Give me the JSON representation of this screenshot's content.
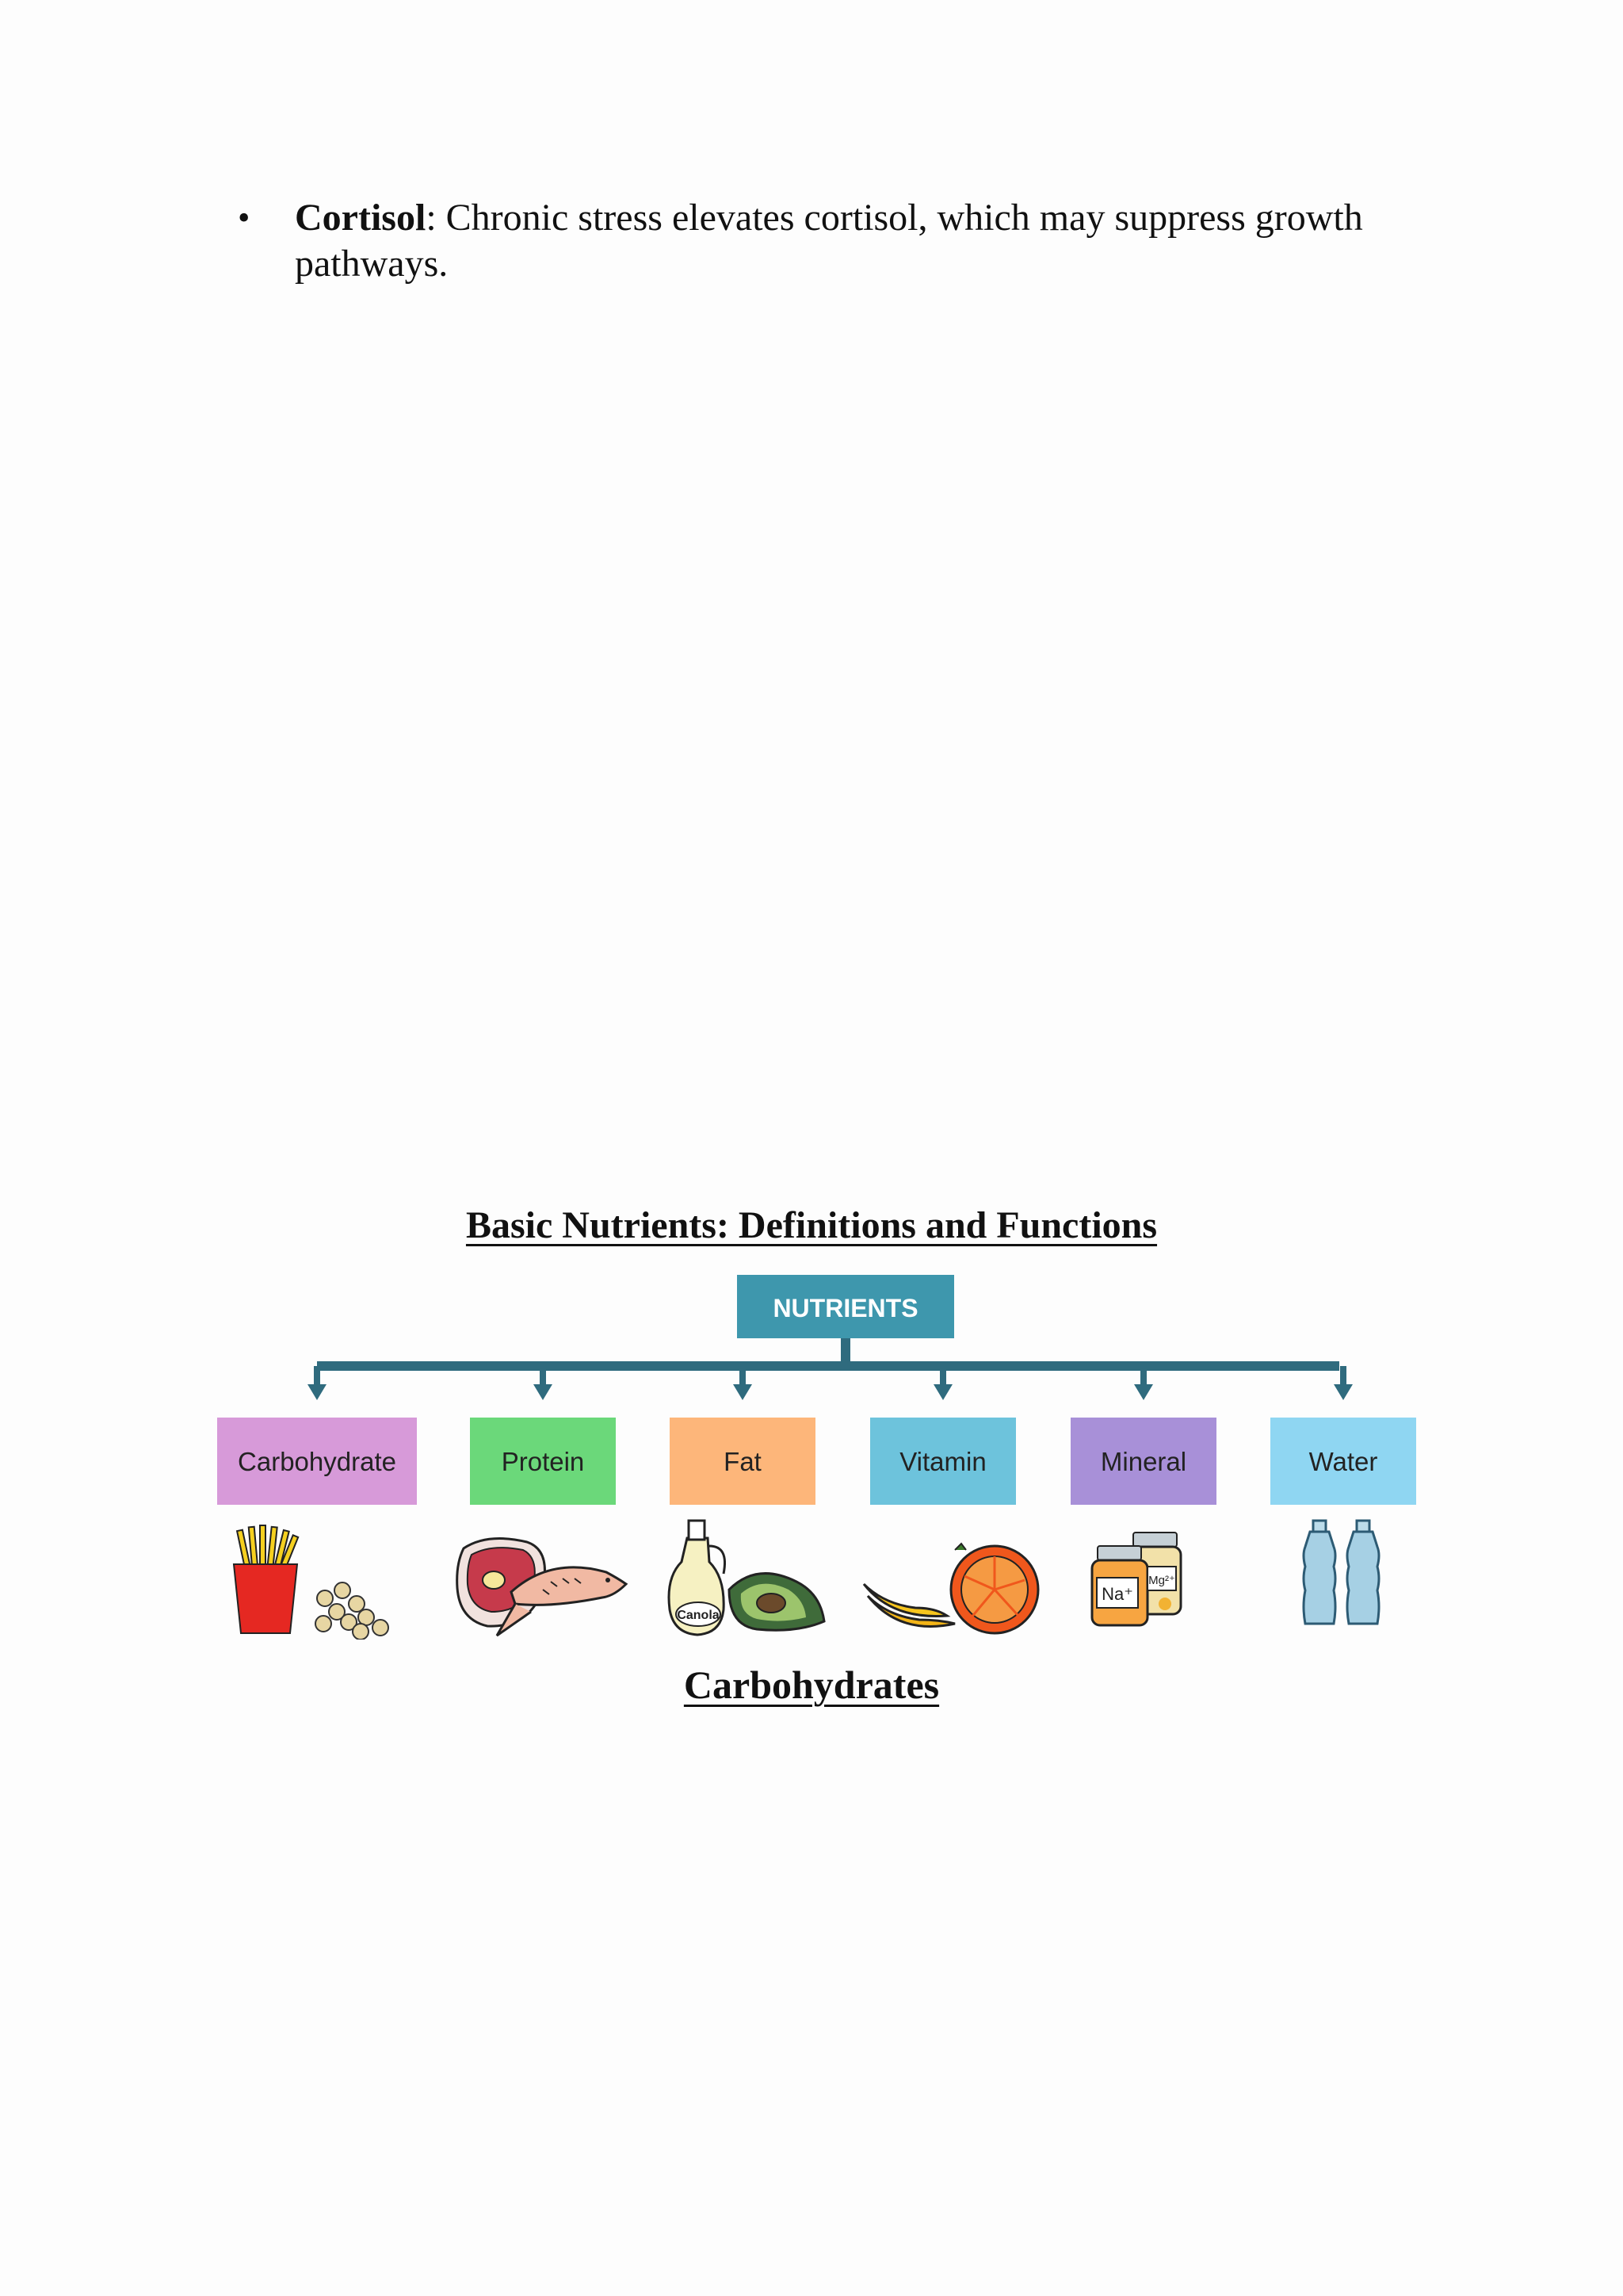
{
  "bullet": {
    "term": "Cortisol",
    "text": ": Chronic stress elevates cortisol, which may suppress growth pathways."
  },
  "section_heading": "Basic Nutrients: Definitions and Functions",
  "diagram": {
    "root_label": "NUTRIENTS",
    "root_color": "#3e97ad",
    "connector_color": "#2f6b7e",
    "categories": [
      {
        "label": "Carbohydrate",
        "color": "#d79ad9",
        "icon": "fries-and-pasta-icon"
      },
      {
        "label": "Protein",
        "color": "#6bd87a",
        "icon": "meat-and-fish-icon"
      },
      {
        "label": "Fat",
        "color": "#fdb67a",
        "icon": "oil-and-avocado-icon"
      },
      {
        "label": "Vitamin",
        "color": "#6dc3dc",
        "icon": "banana-and-orange-icon"
      },
      {
        "label": "Mineral",
        "color": "#a890d8",
        "icon": "supplement-jars-icon"
      },
      {
        "label": "Water",
        "color": "#8fd6f2",
        "icon": "water-bottles-icon"
      }
    ],
    "oil_label": "Canola",
    "mineral_jar_labels": [
      "Na⁺",
      "Mg²⁺"
    ]
  },
  "sub_heading": "Carbohydrates"
}
